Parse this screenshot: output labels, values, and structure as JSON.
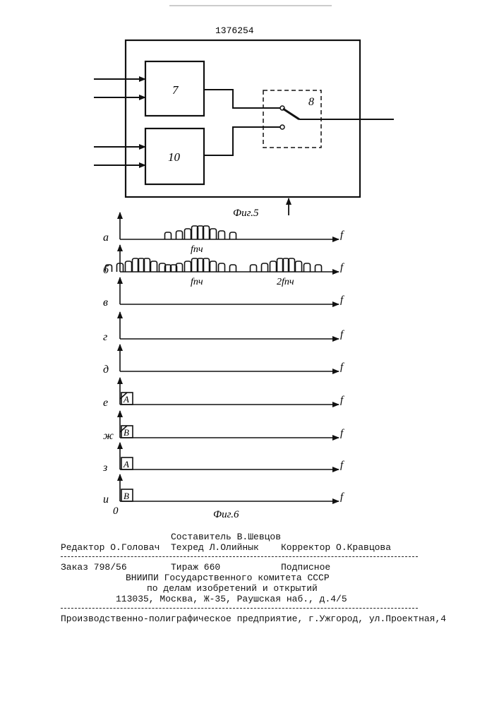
{
  "patent_number": "1376254",
  "fig5": {
    "caption": "Фиг.5",
    "block_7_label": "7",
    "block_10_label": "10",
    "switch_label": "8"
  },
  "fig6": {
    "caption": "Фиг.6",
    "origin_label": "0",
    "axis_label": "f",
    "rows": [
      {
        "letter": "а",
        "marks": [
          "fпч"
        ]
      },
      {
        "letter": "б",
        "marks": [
          "fпч",
          "2fпч"
        ]
      },
      {
        "letter": "в",
        "marks": []
      },
      {
        "letter": "г",
        "marks": []
      },
      {
        "letter": "д",
        "marks": []
      },
      {
        "letter": "е",
        "box": "A"
      },
      {
        "letter": "ж",
        "box": "B"
      },
      {
        "letter": "з",
        "box": "A"
      },
      {
        "letter": "и",
        "box": "B"
      }
    ]
  },
  "imprint": {
    "compiler": "Составитель В.Шевцов",
    "editor": "Редактор О.Головач",
    "techred": "Техред Л.Олийнык",
    "corrector": "Корректор О.Кравцова",
    "order": "Заказ 798/56",
    "circulation": "Тираж 660",
    "subscription": "Подписное",
    "institute": "ВНИИПИ Государственного комитета СССР",
    "committee": "по делам изобретений и открытий",
    "address": "113035, Москва, Ж-35, Раушская наб., д.4/5",
    "printer": "Производственно-полиграфическое предприятие, г.Ужгород, ул.Проектная,4"
  }
}
